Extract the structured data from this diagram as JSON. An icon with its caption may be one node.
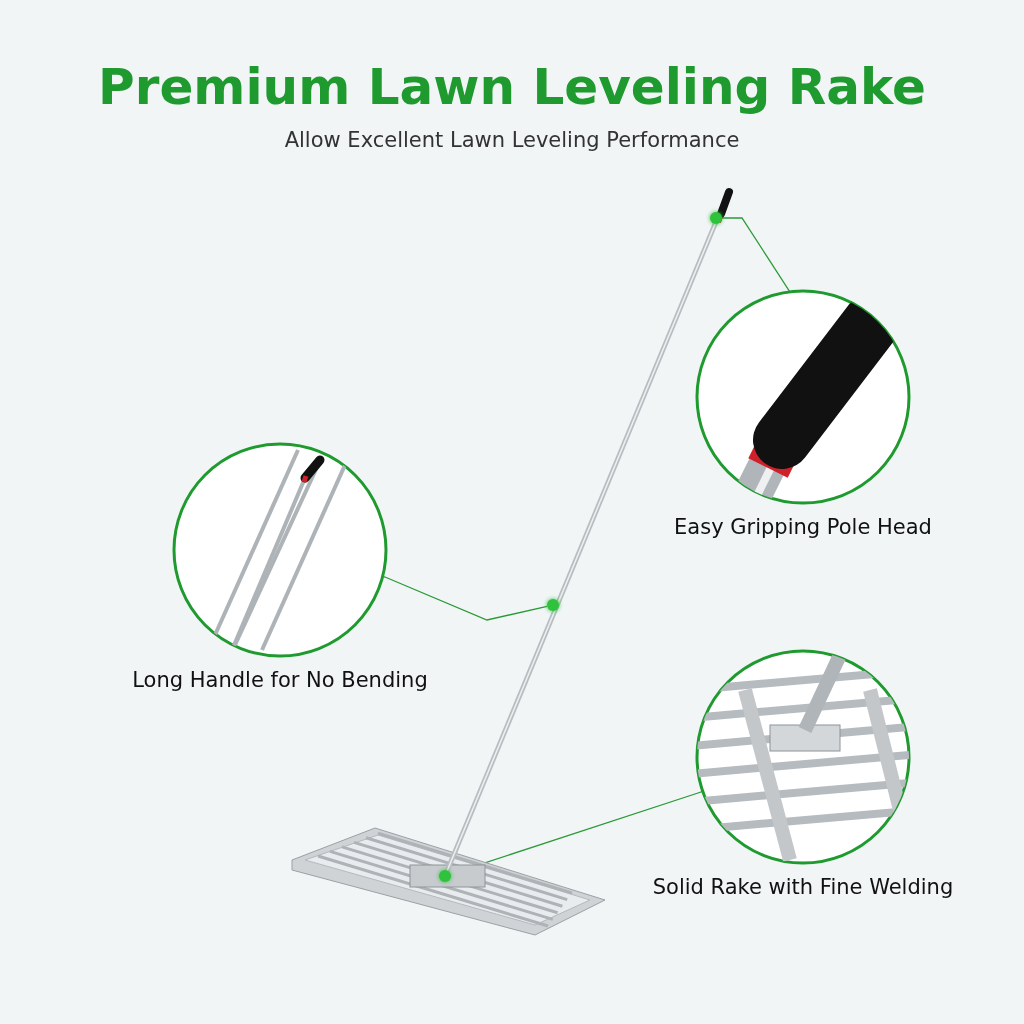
{
  "diagram": {
    "title": "Premium Lawn Leveling Rake",
    "nodes": [
      {
        "text": [],
        "shape": "picture"
      },
      {
        "text": [],
        "shape": "circle",
        "in": 0
      },
      {
        "text": [],
        "shape": "circle",
        "in": 0
      },
      {
        "text": [],
        "shape": "circle",
        "in": 0
      },
      {
        "text": [
          "Easy Gripping Pole Head"
        ]
      },
      {
        "text": [
          "Long Handle for No Bending"
        ]
      },
      {
        "text": [
          "Solid Rake with Fine Welding"
        ]
      }
    ],
    "edges": [
      {
        "from": 4,
        "to": 1,
        "arrow": "none"
      },
      {
        "from": 5,
        "to": 2,
        "arrow": "none"
      },
      {
        "from": 6,
        "to": 3,
        "arrow": "none"
      }
    ],
    "labels": [
      "Allow Excellent Lawn Leveling Performance"
    ]
  }
}
